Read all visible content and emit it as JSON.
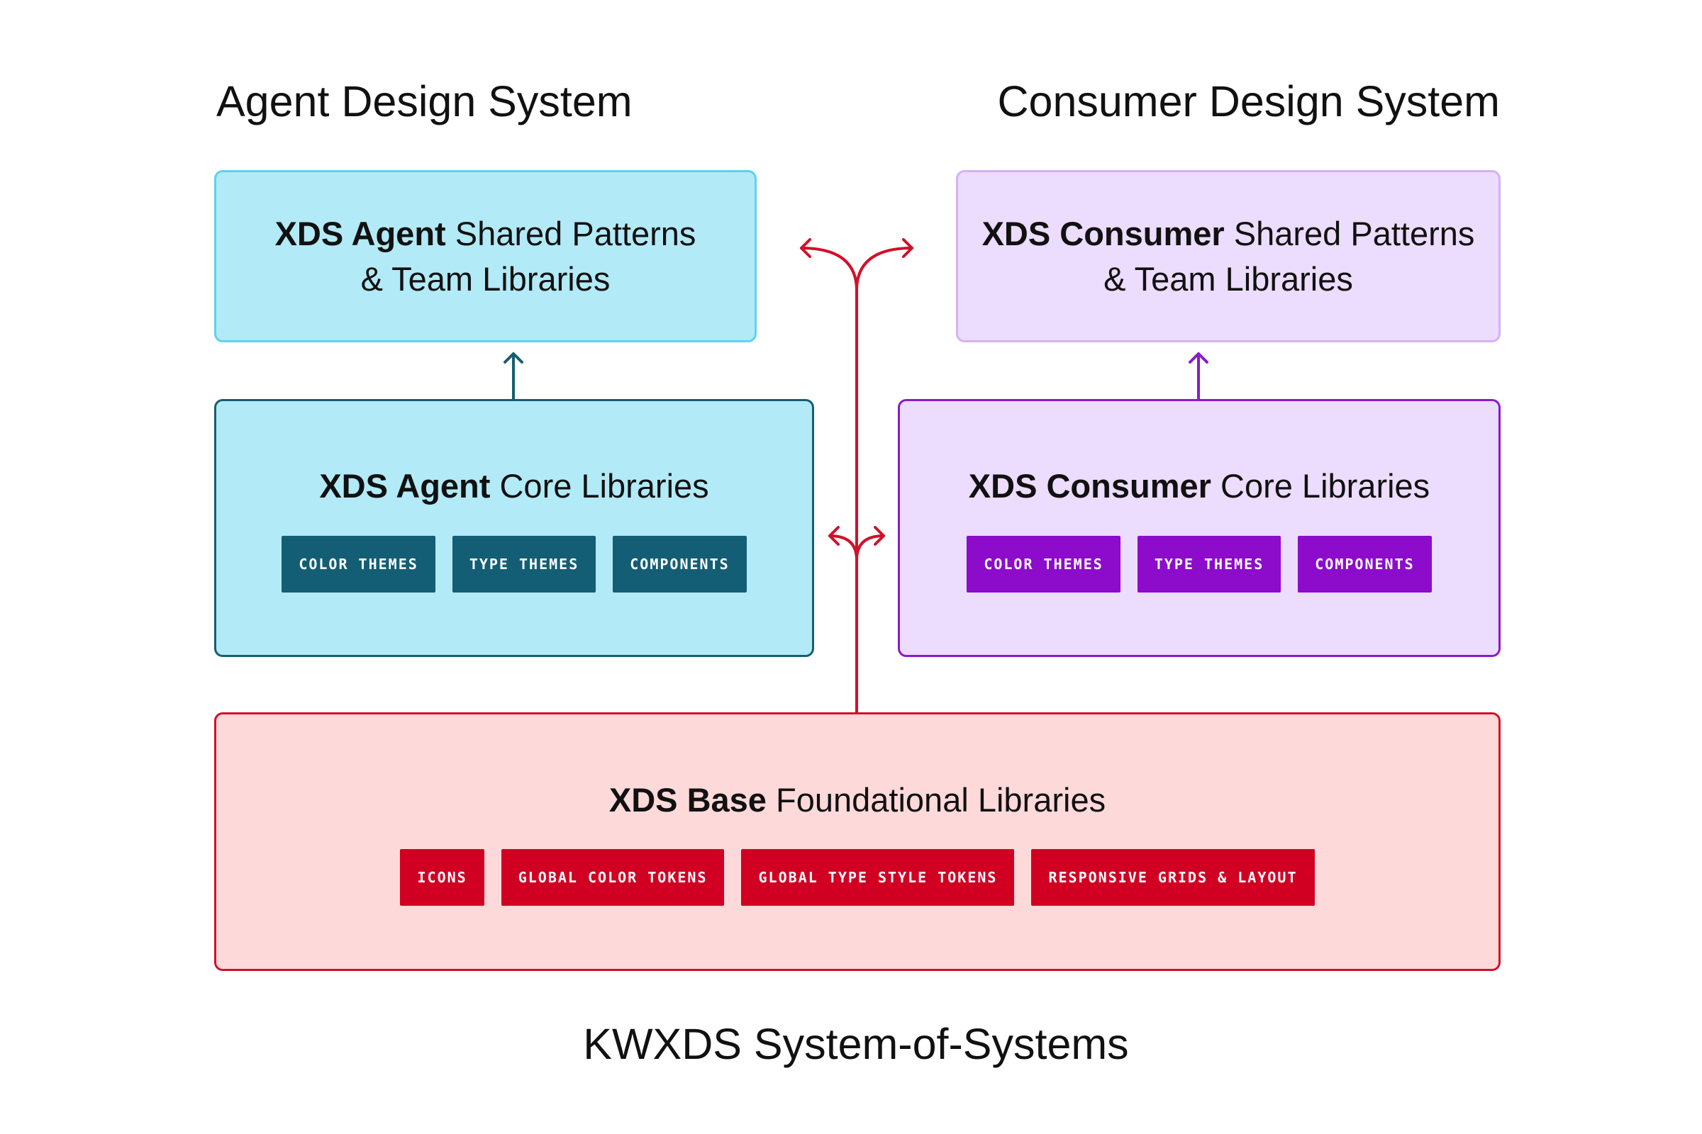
{
  "headings": {
    "agent": "Agent Design System",
    "consumer": "Consumer Design System",
    "footer": "KWXDS System-of-Systems"
  },
  "agent_shared": {
    "brand": "XDS Agent",
    "title_rest": "Shared Patterns",
    "subtitle": "& Team Libraries"
  },
  "consumer_shared": {
    "brand": "XDS Consumer",
    "title_rest": "Shared Patterns",
    "subtitle": "& Team Libraries"
  },
  "agent_core": {
    "brand": "XDS Agent",
    "title_rest": "Core Libraries",
    "chips": [
      "COLOR THEMES",
      "TYPE THEMES",
      "COMPONENTS"
    ]
  },
  "consumer_core": {
    "brand": "XDS Consumer",
    "title_rest": "Core Libraries",
    "chips": [
      "COLOR THEMES",
      "TYPE THEMES",
      "COMPONENTS"
    ]
  },
  "base": {
    "brand": "XDS Base",
    "title_rest": "Foundational Libraries",
    "chips": [
      "ICONS",
      "GLOBAL COLOR TOKENS",
      "GLOBAL TYPE STYLE TOKENS",
      "RESPONSIVE GRIDS & LAYOUT"
    ]
  },
  "colors": {
    "agent_fill": "#b2eaf7",
    "agent_accent": "#135e74",
    "consumer_fill": "#ecdcfd",
    "consumer_accent": "#8d0bcb",
    "base_fill": "#fed9da",
    "base_accent": "#d10023"
  }
}
